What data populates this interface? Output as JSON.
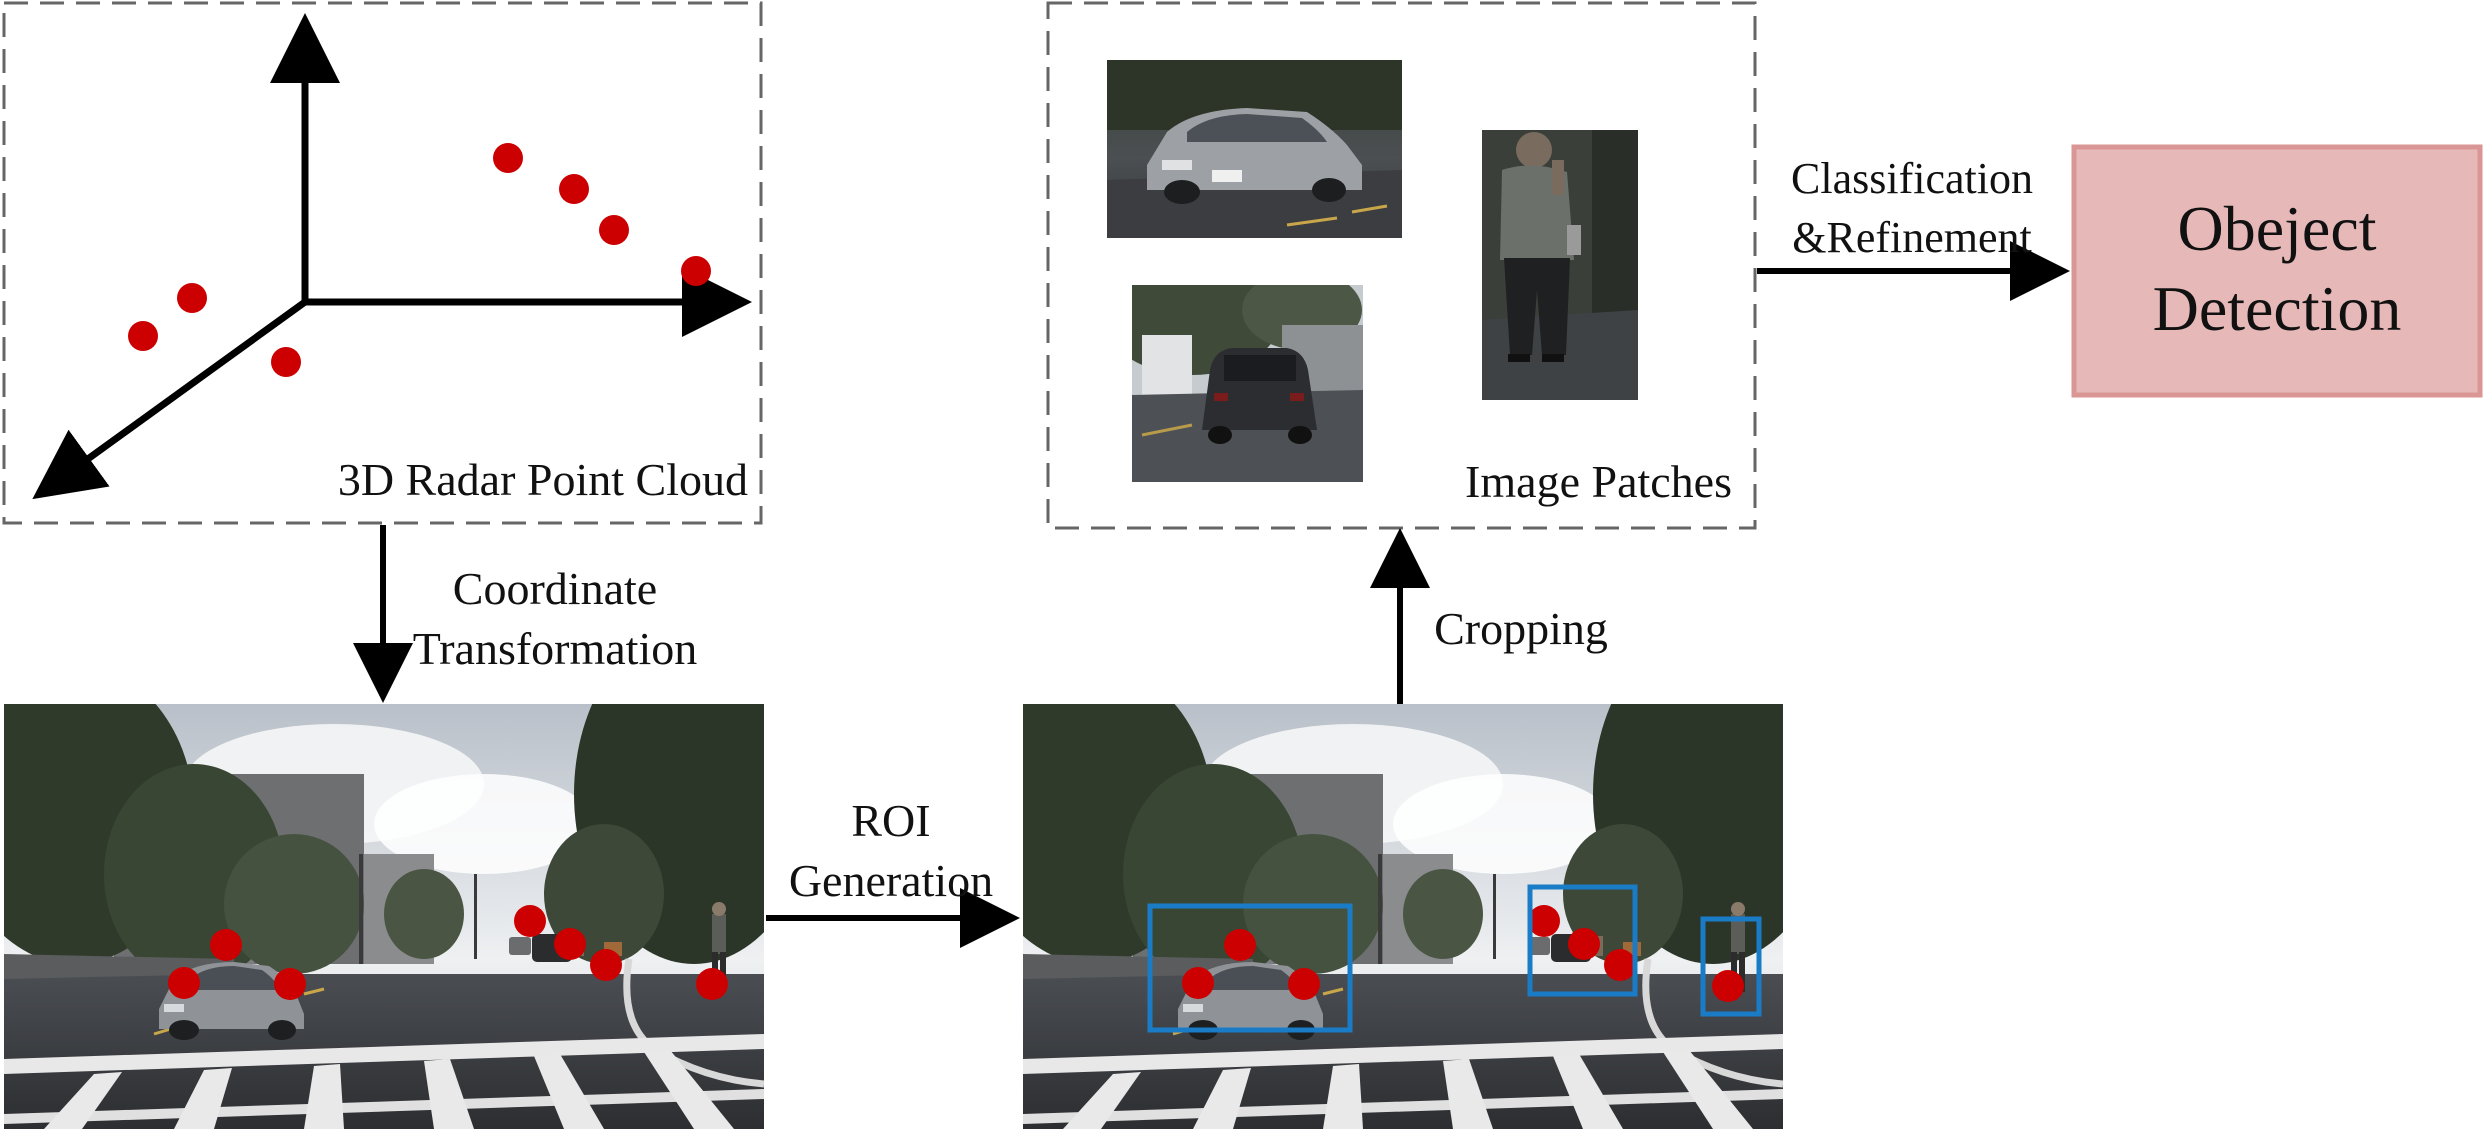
{
  "labels": {
    "radar_caption": "3D Radar Point Cloud",
    "patches_caption": "Image Patches",
    "coord_line1": "Coordinate",
    "coord_line2": "Transformation",
    "roi_line1": "ROI",
    "roi_line2": "Generation",
    "cropping": "Cropping",
    "classif_line1": "Classification",
    "classif_line2": "&Refinement",
    "detection_line1": "Obeject",
    "detection_line2": "Detection"
  },
  "colors": {
    "radar_point": "#cc0000",
    "roi_box": "#1a7cc7",
    "detection_fill": "#e6b9b8",
    "detection_border": "#d99694",
    "dash_border": "#666666",
    "arrow": "#000000"
  }
}
